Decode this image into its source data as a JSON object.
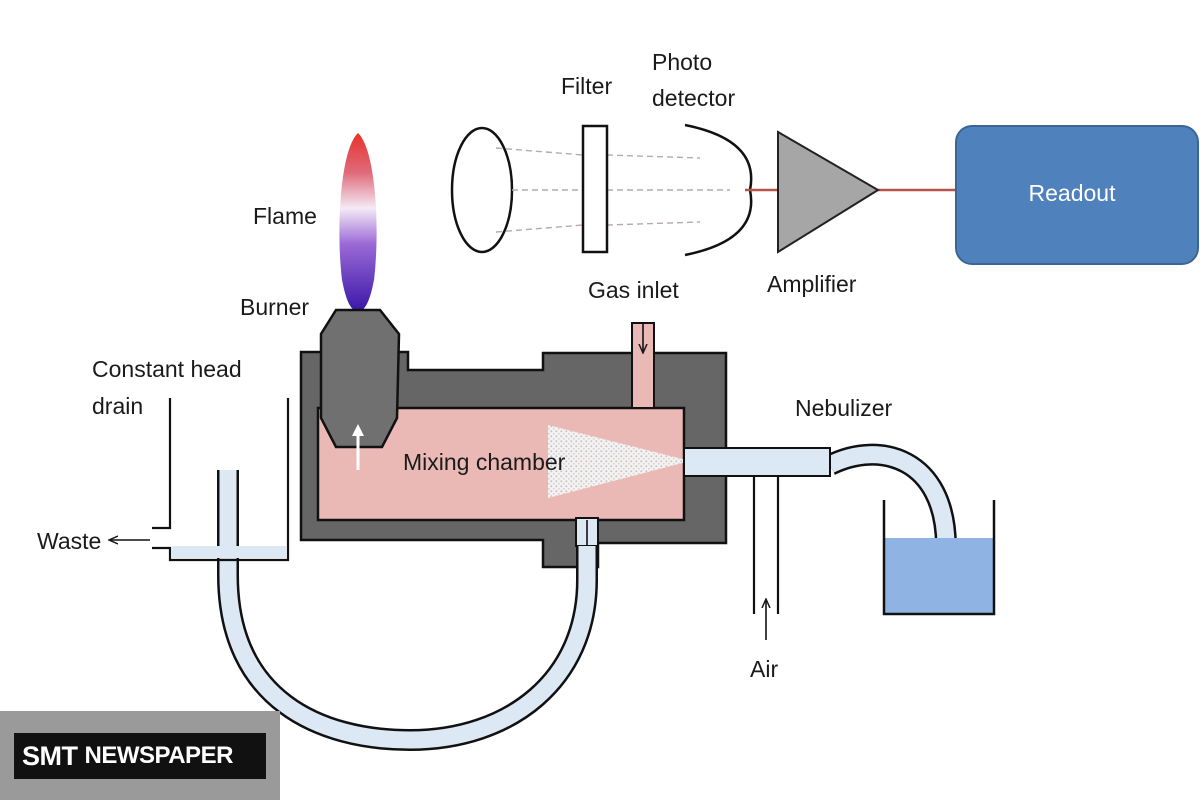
{
  "labels": {
    "flame": "Flame",
    "burner": "Burner",
    "filter": "Filter",
    "photo_detector_line1": "Photo",
    "photo_detector_line2": "detector",
    "amplifier": "Amplifier",
    "readout": "Readout",
    "gas_inlet": "Gas inlet",
    "constant_head_line1": "Constant head",
    "constant_head_line2": "drain",
    "nebulizer": "Nebulizer",
    "mixing_chamber": "Mixing chamber",
    "waste": "Waste",
    "air": "Air"
  },
  "watermark": {
    "part1": "SMT",
    "part2": "NEWSPAPER"
  },
  "colors": {
    "readout_fill": "#4f81bd",
    "signal_line": "#b5544f",
    "chamber_fill": "#eab9b5",
    "housing_fill": "#666666",
    "tube_fill": "#dce8f3",
    "liquid_fill": "#8fb4e3",
    "amplifier_fill": "#a6a6a6"
  }
}
